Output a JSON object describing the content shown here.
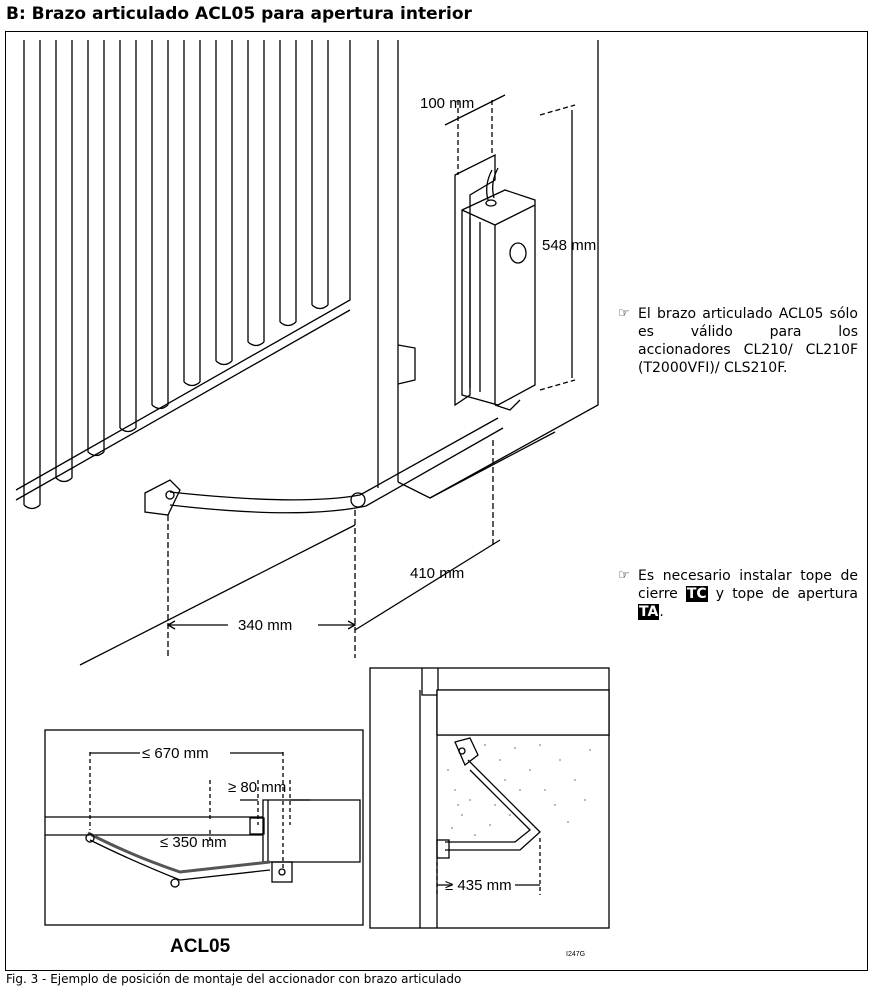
{
  "header": {
    "title": "B: Brazo articulado ACL05 para apertura interior"
  },
  "notes": [
    {
      "text": "El brazo articulado ACL05 sólo es válido para los accionadores CL210/ CL210F (T2000VFI)/ CLS210F."
    },
    {
      "before": "Es necesario instalar tope de cierre ",
      "tag1": "TC",
      "middle": " y tope de apertura ",
      "tag2": "TA",
      "after": "."
    }
  ],
  "dimensions": {
    "d100": "100 mm",
    "d548": "548 mm",
    "d410": "410 mm",
    "d340": "340 mm",
    "d670": "≤ 670 mm",
    "d80": "≥ 80 mm",
    "d350": "≤ 350 mm",
    "d435": "≥ 435 mm"
  },
  "labels": {
    "model": "ACL05",
    "code": "I247G"
  },
  "caption": "Fig. 3 - Ejemplo de posición de montaje del accionador con brazo articulado"
}
